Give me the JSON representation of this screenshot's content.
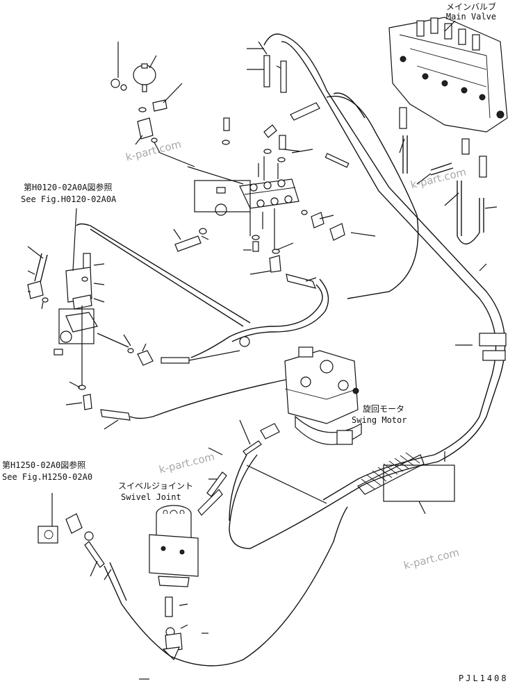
{
  "labels": {
    "main_valve_jp": "メインバルブ",
    "main_valve_en": "Main Valve",
    "see_fig_a_jp": "第H0120-02A0A図参照",
    "see_fig_a_en": "See Fig.H0120-02A0A",
    "swing_motor_jp": "旋回モータ",
    "swing_motor_en": "Swing Motor",
    "see_fig_b_jp": "第H1250-02A0図参照",
    "see_fig_b_en": "See Fig.H1250-02A0",
    "swivel_joint_jp": "スイベルジョイント",
    "swivel_joint_en": "Swivel Joint",
    "drawing_code": "PJL1408"
  },
  "watermark": "k-part.com"
}
